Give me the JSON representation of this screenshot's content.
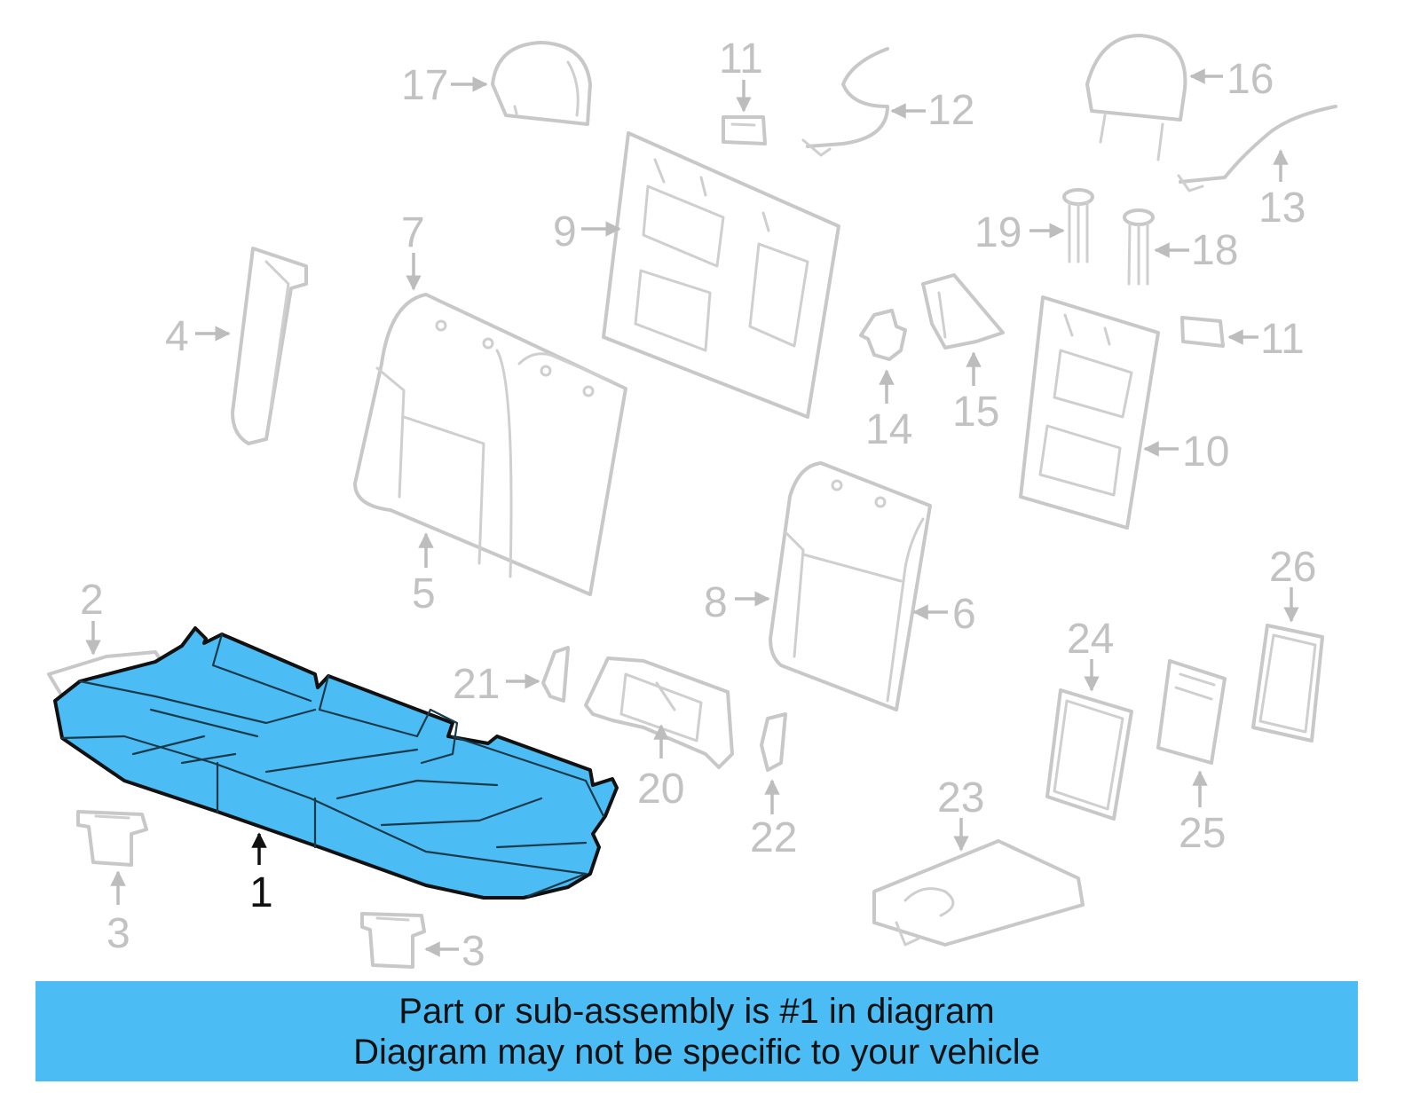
{
  "colors": {
    "highlight": "#4bbcf4",
    "banner_background": "#4bbcf4",
    "part_outline": "#c8c8c8",
    "callout_text": "#c2c2c2",
    "highlight_callout_text": "#111111"
  },
  "callouts": {
    "c1": "1",
    "c2": "2",
    "c3a": "3",
    "c3b": "3",
    "c4": "4",
    "c5": "5",
    "c6": "6",
    "c7": "7",
    "c8": "8",
    "c9": "9",
    "c10": "10",
    "c11a": "11",
    "c11b": "11",
    "c12": "12",
    "c13": "13",
    "c14": "14",
    "c15": "15",
    "c16": "16",
    "c17": "17",
    "c18": "18",
    "c19": "19",
    "c20": "20",
    "c21": "21",
    "c22": "22",
    "c23": "23",
    "c24": "24",
    "c25": "25",
    "c26": "26"
  },
  "highlighted_part": "1",
  "banner": {
    "line1": "Part or sub-assembly is #1 in diagram",
    "line2": "Diagram may not be specific to your vehicle"
  }
}
